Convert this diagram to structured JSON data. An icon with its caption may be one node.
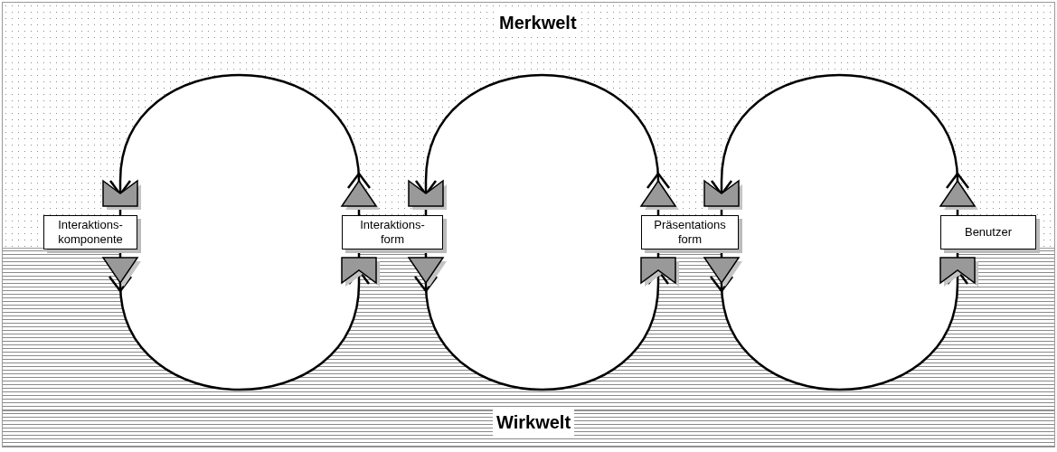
{
  "diagram": {
    "nodes": [
      {
        "text": [
          "Interaktions- komponente"
        ]
      },
      {
        "text": [
          "Interaktions- form"
        ]
      },
      {
        "text": [
          "Präsentations form"
        ]
      },
      {
        "text": [
          "Benutzer"
        ]
      }
    ],
    "edges": [
      {
        "from": 1,
        "to": 0,
        "arrow": "to"
      },
      {
        "from": 0,
        "to": 1,
        "arrow": "to"
      },
      {
        "from": 2,
        "to": 1,
        "arrow": "to"
      },
      {
        "from": 1,
        "to": 2,
        "arrow": "to"
      },
      {
        "from": 3,
        "to": 2,
        "arrow": "to"
      },
      {
        "from": 2,
        "to": 3,
        "arrow": "to"
      }
    ],
    "labels": [
      "Merkwelt",
      "Wirkwelt"
    ]
  }
}
